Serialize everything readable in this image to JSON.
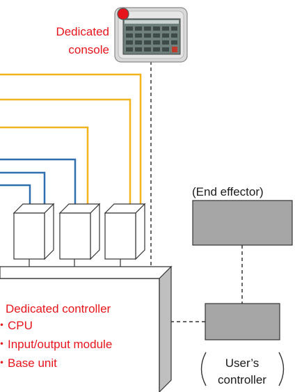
{
  "labels": {
    "console_line1": "Dedicated",
    "console_line2": "console",
    "end_effector": "(End effector)",
    "controller_title": "Dedicated controller",
    "controller_item1": "・CPU",
    "controller_item2": "・Input/output module",
    "controller_item3": "・Base unit",
    "user_line1": "User’s",
    "user_line2": "controller"
  },
  "colors": {
    "yellow_wire": "#f2b31d",
    "blue_wire": "#2f6fad",
    "label_red": "#e8141c",
    "box_gray": "#a6a6a6",
    "side_gray": "#bfbfbf"
  },
  "icons": {
    "console": "teach-pendant-icon",
    "status_lamp": "red-lamp-icon"
  }
}
